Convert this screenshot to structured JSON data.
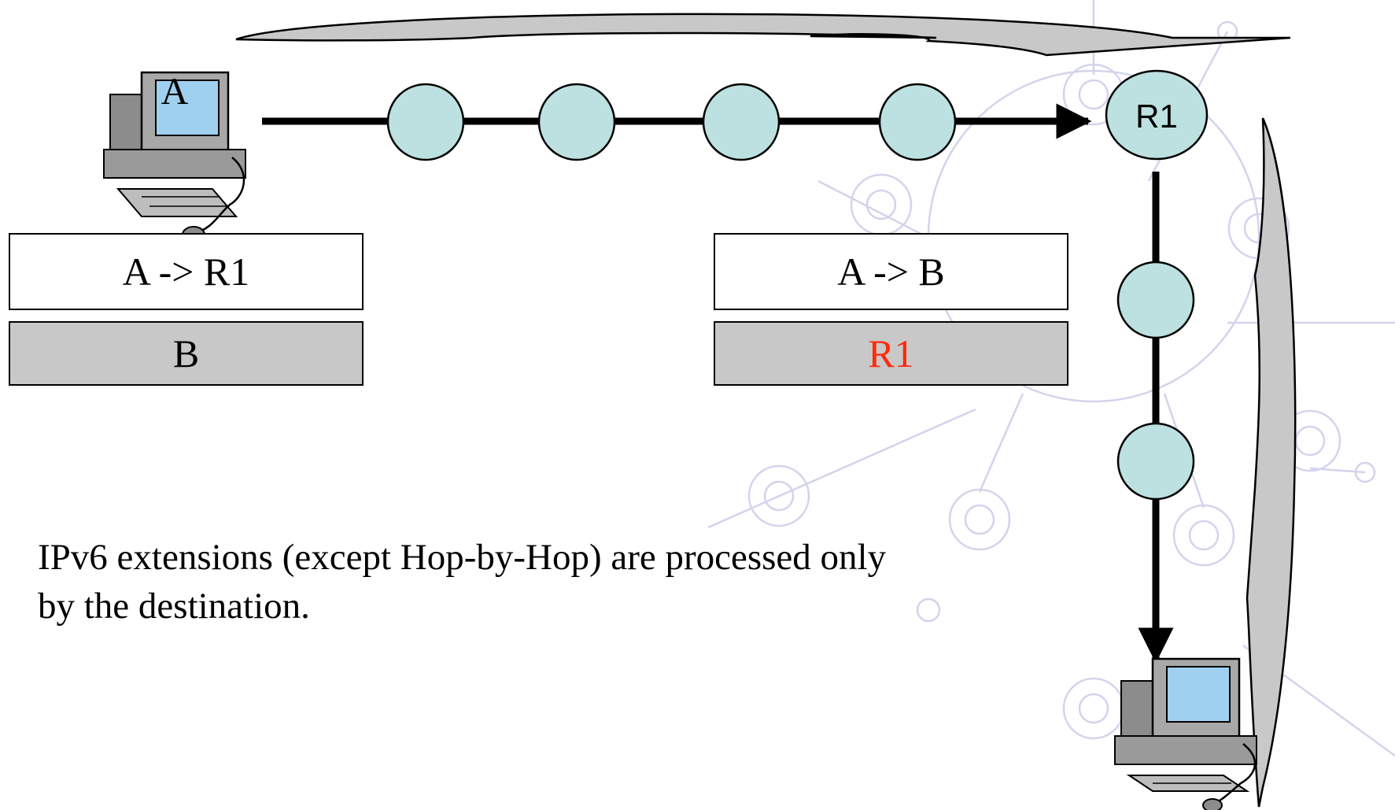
{
  "source_host": {
    "label": "A"
  },
  "router": {
    "label": "R1"
  },
  "packet_at_source": {
    "outer_header": "A -> R1",
    "extension_header": "B"
  },
  "packet_at_router": {
    "outer_header": "A -> B",
    "extension_header": "R1",
    "extension_color": "#ff2a0a"
  },
  "caption": {
    "line1": "IPv6 extensions (except Hop-by-Hop) are processed only",
    "line2": "by the destination."
  },
  "colors": {
    "hop_fill": "#bde0e0",
    "extension_fill": "#c8c8c8",
    "background_motif": "#d3d3ec"
  },
  "icons": [
    "computer-icon",
    "computer-icon"
  ]
}
